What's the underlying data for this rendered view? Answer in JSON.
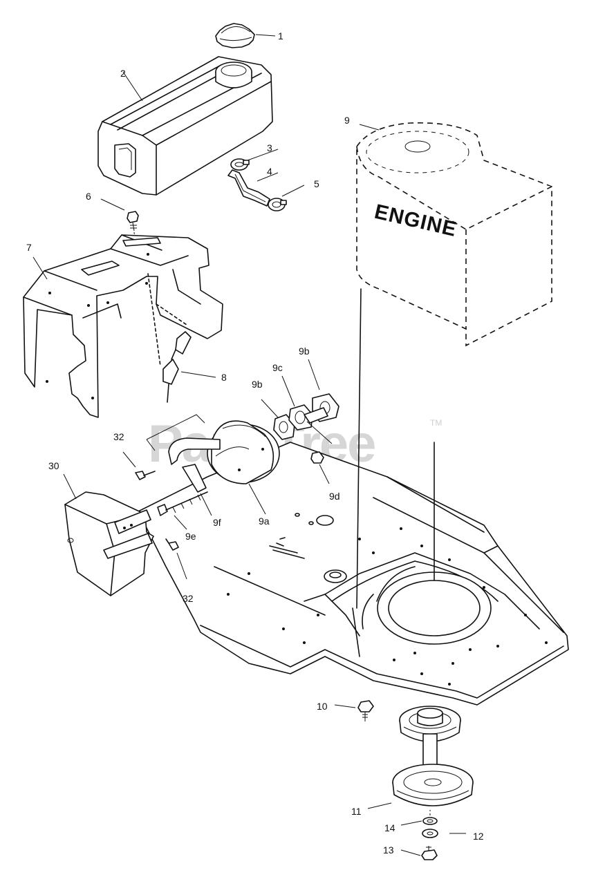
{
  "watermark": {
    "text": "PartsTree",
    "trademark": "TM"
  },
  "engine_label": "ENGINE",
  "callouts": {
    "c1": "1",
    "c2": "2",
    "c3": "3",
    "c4": "4",
    "c5": "5",
    "c6": "6",
    "c7": "7",
    "c8": "8",
    "c9": "9",
    "c9a": "9a",
    "c9b_left": "9b",
    "c9b_right": "9b",
    "c9c": "9c",
    "c9d": "9d",
    "c9e": "9e",
    "c9f": "9f",
    "c10": "10",
    "c11": "11",
    "c12": "12",
    "c13": "13",
    "c14": "14",
    "c30": "30",
    "c32_top": "32",
    "c32_bottom": "32"
  }
}
